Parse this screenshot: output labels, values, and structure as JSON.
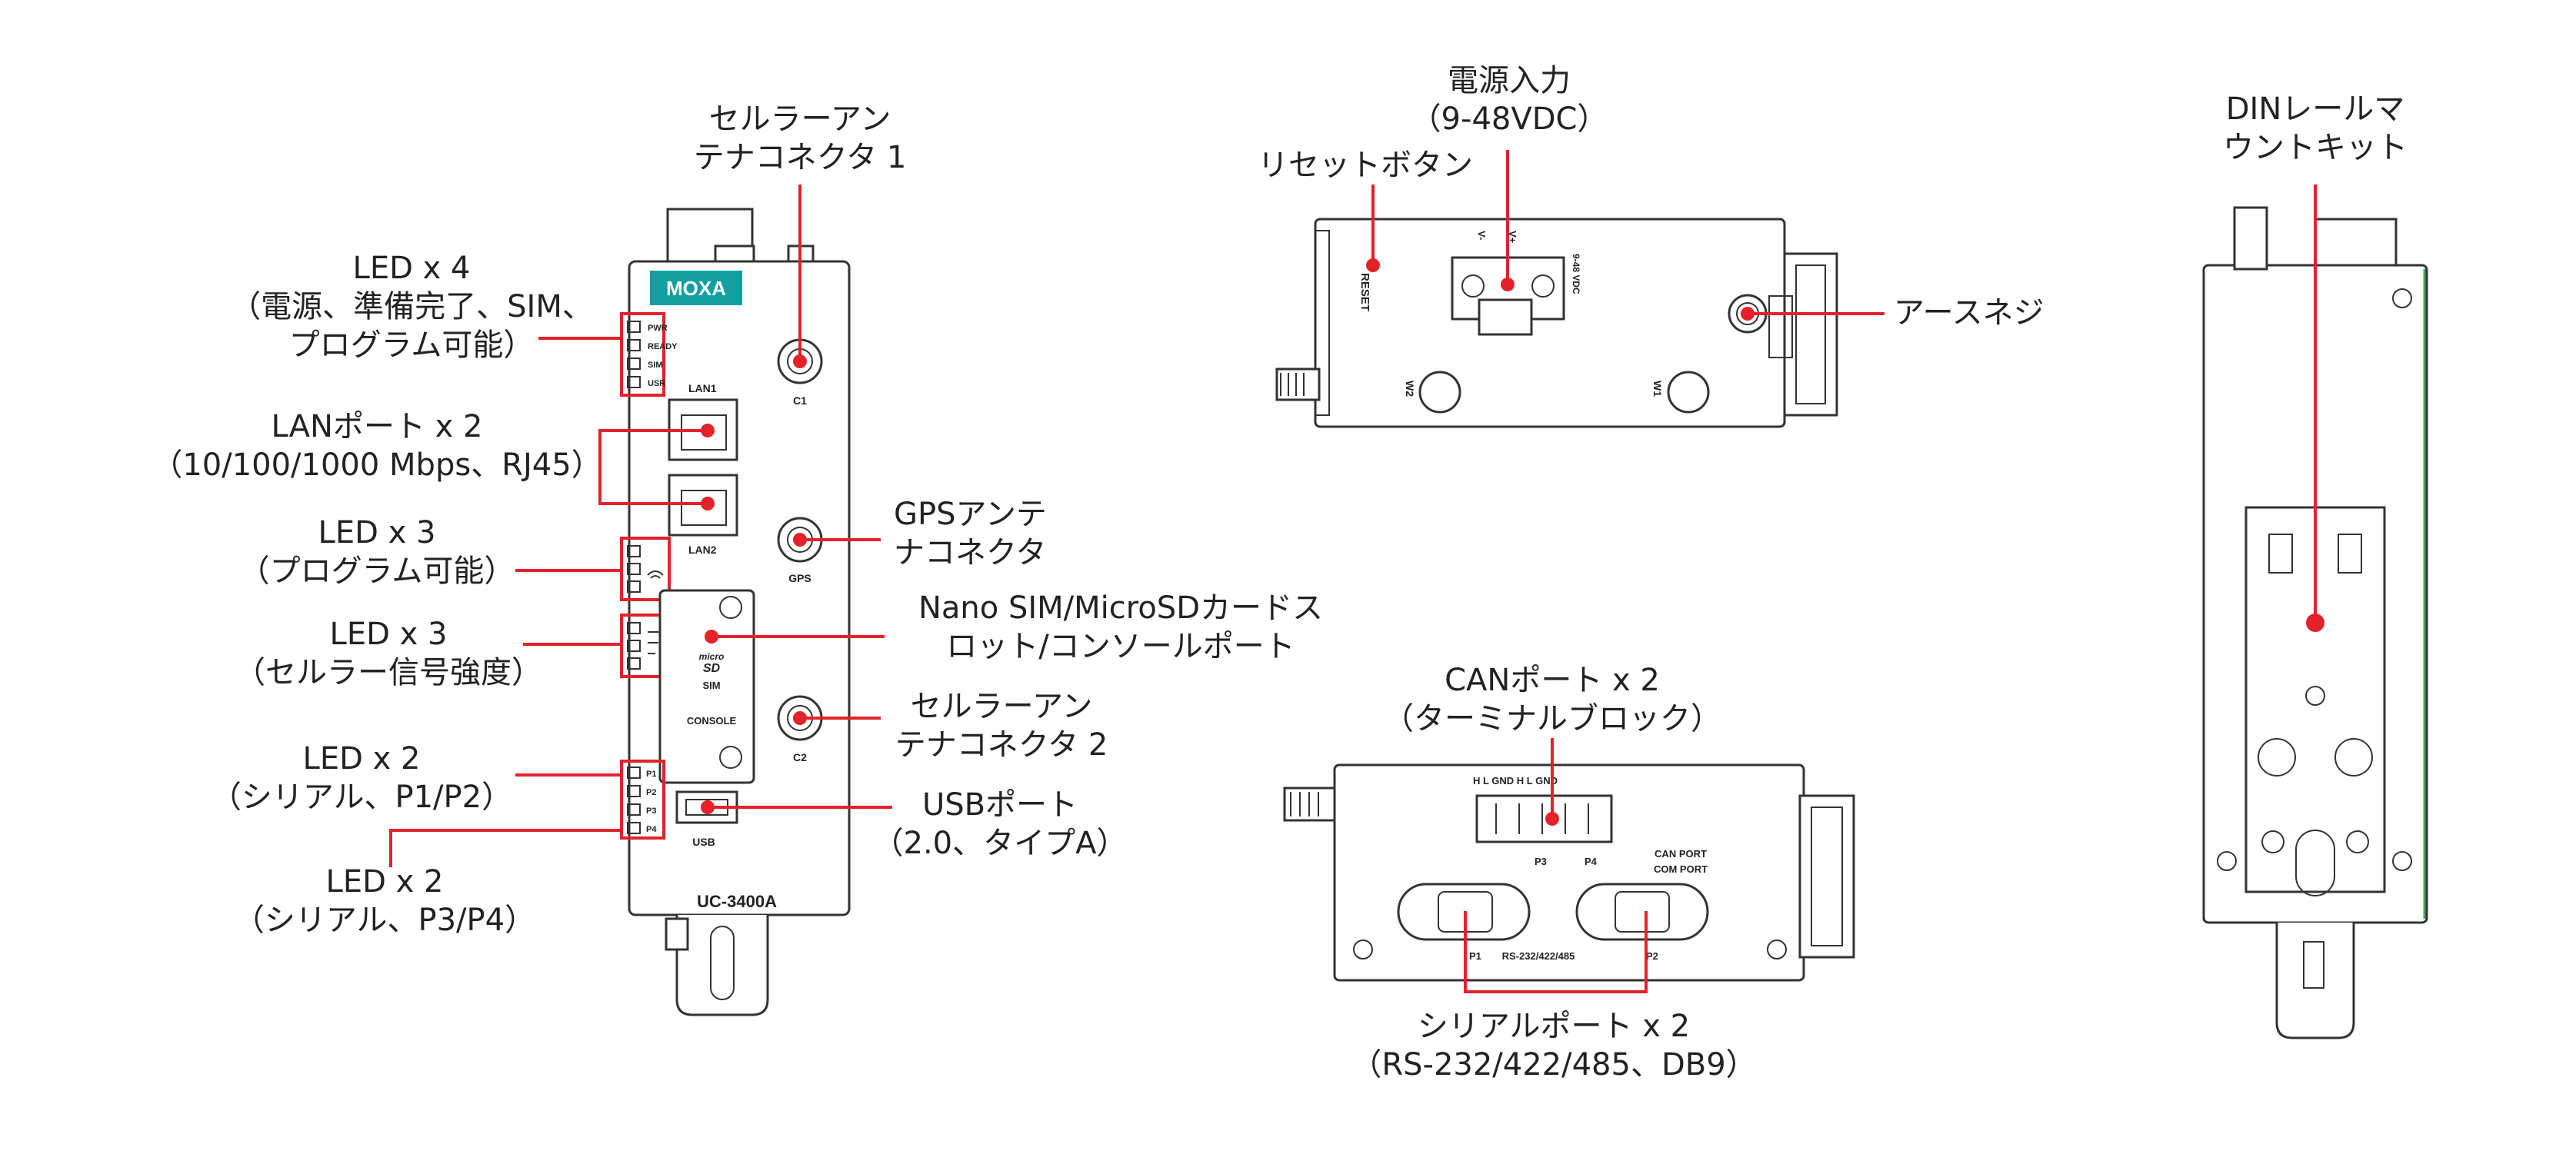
{
  "device": {
    "brand": "MOXA",
    "model": "UC-3400A",
    "front_labels": {
      "pwr": "PWR",
      "ready": "READY",
      "sim": "SIM",
      "usr": "USR",
      "lan1": "LAN1",
      "lan2": "LAN2",
      "c1": "C1",
      "gps": "GPS",
      "c2": "C2",
      "micro": "micro",
      "sd": "SD",
      "sim_slot": "SIM",
      "console": "CONSOLE",
      "p1": "P1",
      "p2": "P2",
      "p3": "P3",
      "p4": "P4",
      "usb": "USB"
    },
    "top_labels": {
      "reset": "RESET",
      "v_minus": "V-",
      "v_plus": "V+",
      "vdc": "9-48 VDC",
      "w1": "W1",
      "w2": "W2"
    },
    "bottom_labels": {
      "can_pins": "H  L  GND  H  L  GND",
      "p3": "P3",
      "p4": "P4",
      "can_port": "CAN PORT",
      "com_port": "COM PORT",
      "p1": "P1",
      "p2": "P2",
      "rs": "RS-232/422/485"
    }
  },
  "callouts": {
    "cell_ant1": [
      "セルラーアン",
      "テナコネクタ 1"
    ],
    "led4": [
      "LED x 4",
      "（電源、準備完了、SIM、",
      "プログラム可能）"
    ],
    "lan": [
      "LANポート x 2",
      "（10/100/1000 Mbps、RJ45）"
    ],
    "led3_prog": [
      "LED x 3",
      "（プログラム可能）"
    ],
    "led3_cell": [
      "LED x 3",
      "（セルラー信号強度）"
    ],
    "led2_p12": [
      "LED x 2",
      "（シリアル、P1/P2）"
    ],
    "led2_p34": [
      "LED x 2",
      "（シリアル、P3/P4）"
    ],
    "gps": [
      "GPSアンテ",
      "ナコネクタ"
    ],
    "sim_sd": [
      "Nano SIM/MicroSDカードス",
      "ロット/コンソールポート"
    ],
    "cell_ant2": [
      "セルラーアン",
      "テナコネクタ 2"
    ],
    "usb": [
      "USBポート",
      "（2.0、タイプA）"
    ],
    "power": [
      "電源入力",
      "（9-48VDC）"
    ],
    "reset": [
      "リセットボタン"
    ],
    "ground": [
      "アースネジ"
    ],
    "can": [
      "CANポート x 2",
      "（ターミナルブロック）"
    ],
    "serial": [
      "シリアルポート x 2",
      "（RS-232/422/485、DB9）"
    ],
    "din": [
      "DINレールマ",
      "ウントキット"
    ]
  },
  "colors": {
    "callout": "#e3222a",
    "moxa_teal": "#139fa2",
    "outline": "#333333"
  }
}
